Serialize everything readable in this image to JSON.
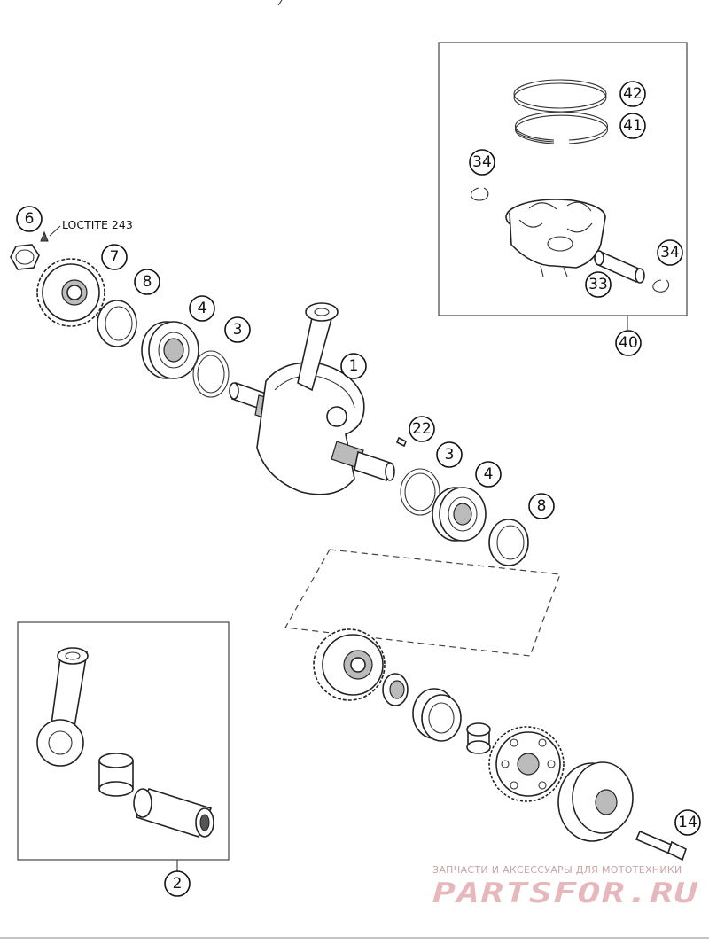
{
  "callouts": {
    "c1": "1",
    "c2": "2",
    "c3a": "3",
    "c3b": "3",
    "c4a": "4",
    "c4b": "4",
    "c6": "6",
    "c7": "7",
    "c8a": "8",
    "c8b": "8",
    "c14": "14",
    "c22": "22",
    "c33": "33",
    "c34a": "34",
    "c34b": "34",
    "c40": "40",
    "c41": "41",
    "c42": "42"
  },
  "note": {
    "loctite": "LOCTITE 243"
  },
  "watermark": {
    "caption": "ЗАПЧАСТИ И АКСЕССУАРЫ ДЛЯ МОТОТЕХНИКИ",
    "brand": "PARTSFOR.RU",
    "brand_color": "#e6b8bc"
  }
}
